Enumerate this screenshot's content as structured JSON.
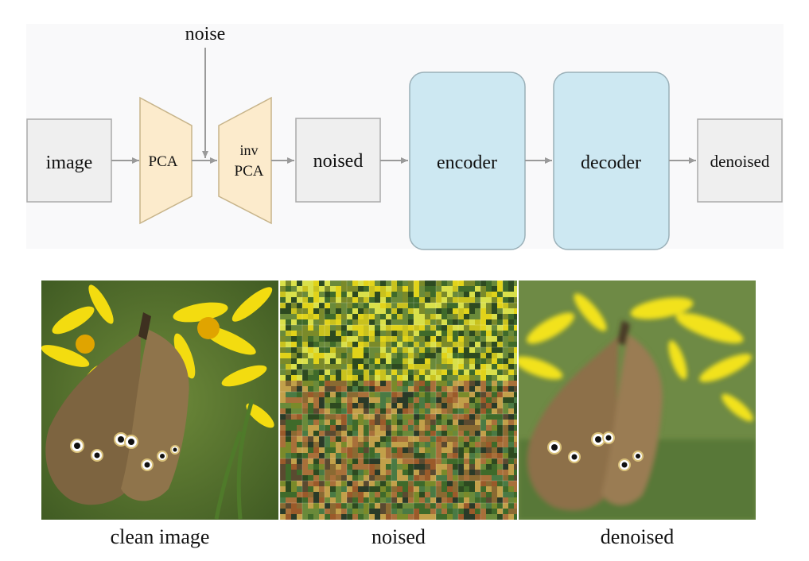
{
  "diagram": {
    "noise_label": "noise",
    "nodes": {
      "image": "image",
      "pca": "PCA",
      "inv_pca_line1": "inv",
      "inv_pca_line2": "PCA",
      "noised": "noised",
      "encoder": "encoder",
      "decoder": "decoder",
      "denoised": "denoised"
    },
    "colors": {
      "panel_bg": "#f9f9fa",
      "gray_box_fill": "#efefef",
      "gray_box_stroke": "#aaaaaa",
      "pca_fill": "#fcebcc",
      "pca_stroke": "#c7b48a",
      "codec_fill": "#cde8f2",
      "codec_stroke": "#9ab0b8",
      "arrow": "#9a9a9a"
    }
  },
  "panels": [
    {
      "caption": "clean image",
      "content": "butterfly-on-yellow-flowers"
    },
    {
      "caption": "noised",
      "content": "blocky-noised-butterfly"
    },
    {
      "caption": "denoised",
      "content": "blurry-denoised-butterfly"
    }
  ]
}
